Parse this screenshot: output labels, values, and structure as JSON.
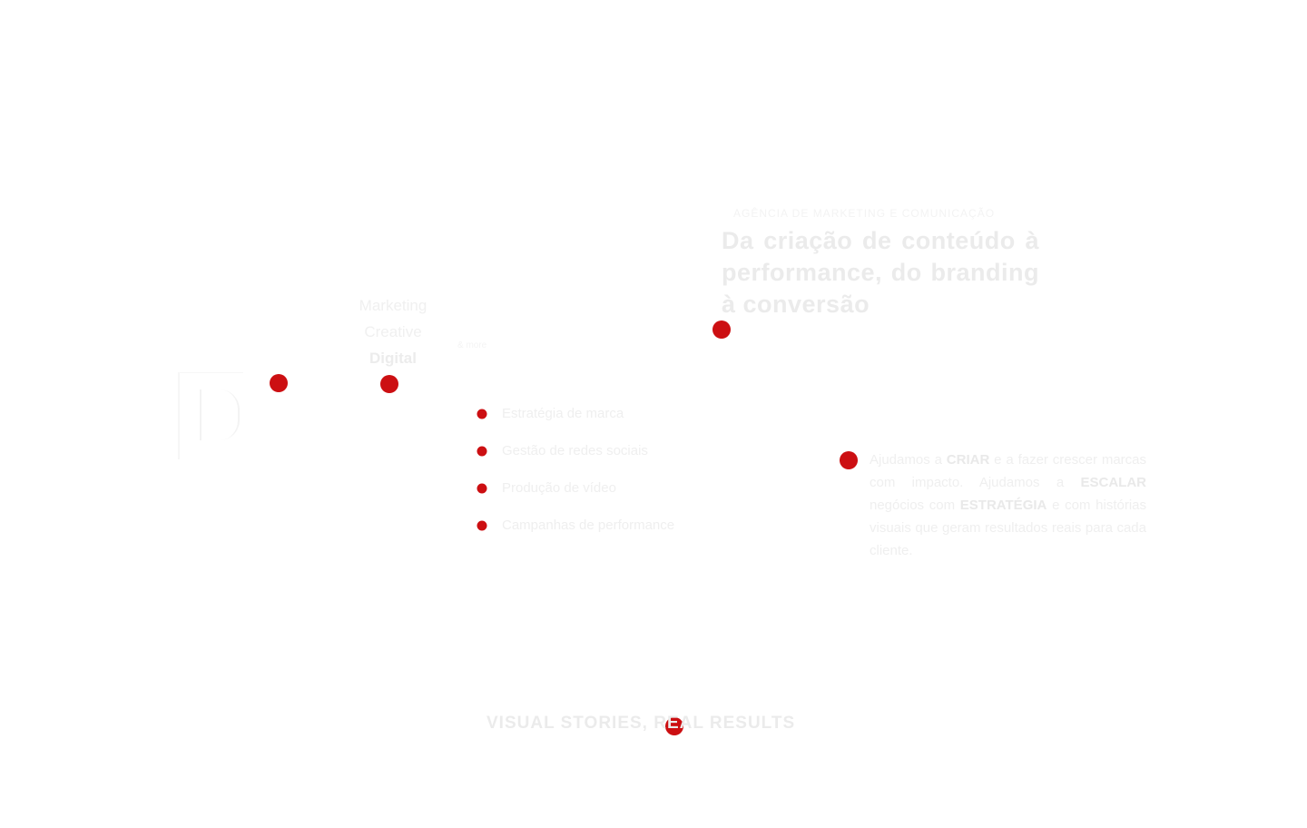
{
  "brand": {
    "accent_color": "#cc0f12",
    "logo_icon": "brand-logo-icon"
  },
  "mini_label": {
    "line1": "Marketing",
    "line2": "Creative",
    "line3": "Digital",
    "aside": "& more"
  },
  "services": {
    "items": [
      {
        "label": "Estratégia de marca"
      },
      {
        "label": "Gestão de redes sociais"
      },
      {
        "label": "Produção de vídeo"
      },
      {
        "label": "Campanhas de performance"
      }
    ]
  },
  "hero": {
    "eyebrow": "AGÊNCIA DE MARKETING E COMUNICAÇÃO",
    "headline": "Da criação de conteúdo à performance, do branding à conversão"
  },
  "intro": {
    "t1": "Ajudamos a",
    "w1": "CRIAR",
    "t2": "e a fazer crescer marcas com impacto. Ajudamos a",
    "w2": "ESCALAR",
    "t3": "negócios com",
    "w3": "ESTRATÉGIA",
    "t4": "e com histórias visuais que geram resultados reais para cada cliente."
  },
  "tagline": {
    "text": "VISUAL STORIES, REAL RESULTS"
  }
}
